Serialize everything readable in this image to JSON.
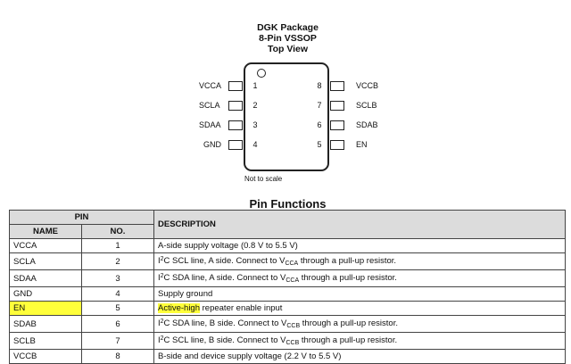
{
  "package": {
    "title_line1": "DGK Package",
    "title_line2": "8-Pin VSSOP",
    "title_line3": "Top View",
    "scale_note": "Not to scale",
    "left_pins": [
      {
        "name": "VCCA",
        "num": "1"
      },
      {
        "name": "SCLA",
        "num": "2"
      },
      {
        "name": "SDAA",
        "num": "3"
      },
      {
        "name": "GND",
        "num": "4"
      }
    ],
    "right_pins": [
      {
        "name": "VCCB",
        "num": "8"
      },
      {
        "name": "SCLB",
        "num": "7"
      },
      {
        "name": "SDAB",
        "num": "6"
      },
      {
        "name": "EN",
        "num": "5"
      }
    ]
  },
  "table": {
    "title": "Pin Functions",
    "group_header": "PIN",
    "col_name": "NAME",
    "col_no": "NO.",
    "col_desc": "DESCRIPTION",
    "rows": [
      {
        "name": "VCCA",
        "no": "1",
        "d": {
          "a": "A-side supply voltage (0.8 V to 5.5 V)"
        }
      },
      {
        "name": "SCLA",
        "no": "2",
        "d": {
          "i": "I",
          "sup": "2",
          "b": "C SCL line, A side. Connect to V",
          "sub": "CCA",
          "c": " through a pull-up resistor."
        }
      },
      {
        "name": "SDAA",
        "no": "3",
        "d": {
          "i": "I",
          "sup": "2",
          "b": "C SDA line, A side. Connect to V",
          "sub": "CCA",
          "c": " through a pull-up resistor."
        }
      },
      {
        "name": "GND",
        "no": "4",
        "d": {
          "a": "Supply ground"
        }
      },
      {
        "name": "EN",
        "no": "5",
        "d": {
          "hl": "Active-high",
          "rest": " repeater enable input"
        }
      },
      {
        "name": "SDAB",
        "no": "6",
        "d": {
          "i": "I",
          "sup": "2",
          "b": "C SDA line, B side. Connect to V",
          "sub": "CCB",
          "c": " through a pull-up resistor."
        }
      },
      {
        "name": "SCLB",
        "no": "7",
        "d": {
          "i": "I",
          "sup": "2",
          "b": "C SCL line, B side. Connect to V",
          "sub": "CCB",
          "c": " through a pull-up resistor."
        }
      },
      {
        "name": "VCCB",
        "no": "8",
        "d": {
          "a": "B-side and device supply voltage (2.2 V to 5.5 V)"
        }
      }
    ]
  }
}
